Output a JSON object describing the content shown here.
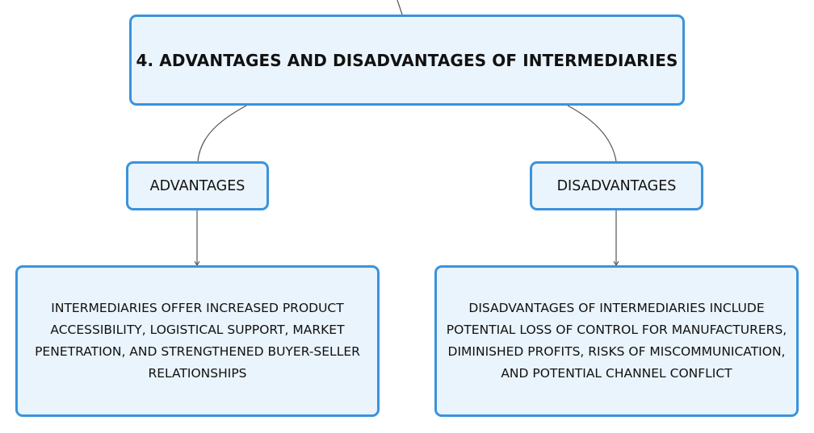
{
  "diagram": {
    "title": "4. ADVANTAGES AND DISADVANTAGES OF INTERMEDIARIES",
    "branches": [
      {
        "label": "ADVANTAGES",
        "detail": "INTERMEDIARIES OFFER INCREASED PRODUCT ACCESSIBILITY, LOGISTICAL SUPPORT, MARKET PENETRATION, AND STRENGTHENED BUYER-SELLER RELATIONSHIPS"
      },
      {
        "label": "DISADVANTAGES",
        "detail": "DISADVANTAGES OF INTERMEDIARIES INCLUDE POTENTIAL LOSS OF CONTROL FOR MANUFACTURERS, DIMINISHED PROFITS, RISKS OF MISCOMMUNICATION, AND POTENTIAL CHANNEL CONFLICT"
      }
    ]
  },
  "colors": {
    "node_border": "#3a93dc",
    "node_fill": "#eaf4fc",
    "connector": "#555555",
    "text": "#111111"
  }
}
